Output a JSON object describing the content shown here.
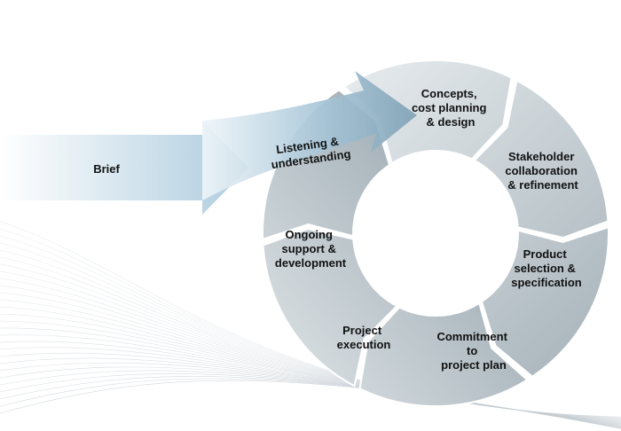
{
  "input": {
    "label": "Brief"
  },
  "entry_step": {
    "lines": [
      "Listening &",
      "understanding"
    ]
  },
  "cycle_steps": [
    {
      "lines": [
        "Concepts,",
        "cost planning",
        "& design"
      ]
    },
    {
      "lines": [
        "Stakeholder",
        "collaboration",
        "& refinement"
      ]
    },
    {
      "lines": [
        "Product",
        "selection &",
        "specification"
      ]
    },
    {
      "lines": [
        "Commitment",
        "to",
        "project plan"
      ]
    },
    {
      "lines": [
        "Project",
        "execution"
      ]
    },
    {
      "lines": [
        "Ongoing",
        "support &",
        "development"
      ]
    }
  ],
  "colors": {
    "arrow_light": "#e6f0f6",
    "arrow_mid": "#a9c9dc",
    "arrow_dark": "#7fa2b6",
    "segment_light": "#ecf0f2",
    "segment_dark": "#a7b3ba",
    "line_art": "#c4ccd2",
    "text": "#111111"
  }
}
